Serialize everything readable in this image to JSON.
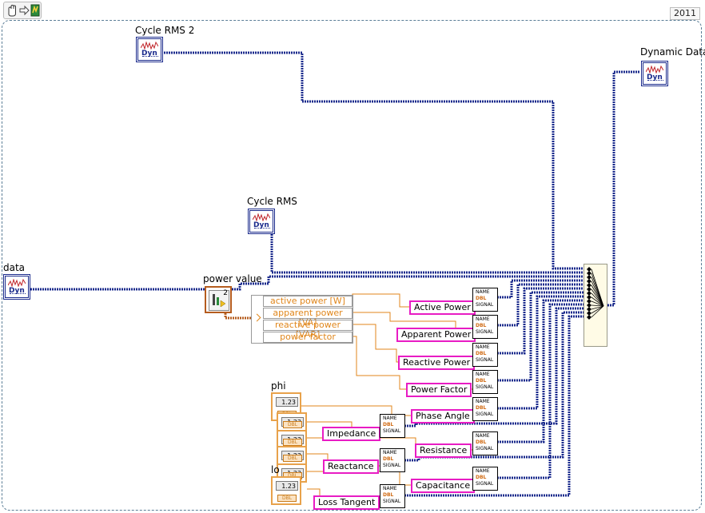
{
  "toolbar": {
    "icons": [
      "hand-icon",
      "arrow-icon",
      "labview-icon"
    ],
    "version": "2011"
  },
  "terminals": {
    "data": "data",
    "cycle_rms2": "Cycle RMS 2",
    "cycle_rms": "Cycle RMS",
    "dynamic_data": "Dynamic Data",
    "power_value": "power value",
    "dyn_text": "Dyn"
  },
  "power_node": {
    "index": "2"
  },
  "cluster": {
    "rows": [
      "active power [W]",
      "apparent power [VA]",
      "reactive power [VAR]",
      "power factor"
    ]
  },
  "signals": {
    "active": "Active Power",
    "apparent": "Apparent Power",
    "reactive": "Reactive Power",
    "factor": "Power Factor",
    "phase": "Phase Angle",
    "impedance": "Impedance",
    "resistance": "Resistance",
    "reactance": "Reactance",
    "capacitance": "Capacitance",
    "loss": "Loss Tangent"
  },
  "signal_block": {
    "line1": "NAME",
    "line2": "DBL",
    "line3": "SIGNAL"
  },
  "controls": {
    "phi": "phi",
    "lo": "lo",
    "value": "1.23",
    "type": "DBL"
  },
  "colors": {
    "dyn_wire": "#1a2a8c",
    "dbl_wire": "#e0861b",
    "label_border": "#e81cc4"
  }
}
